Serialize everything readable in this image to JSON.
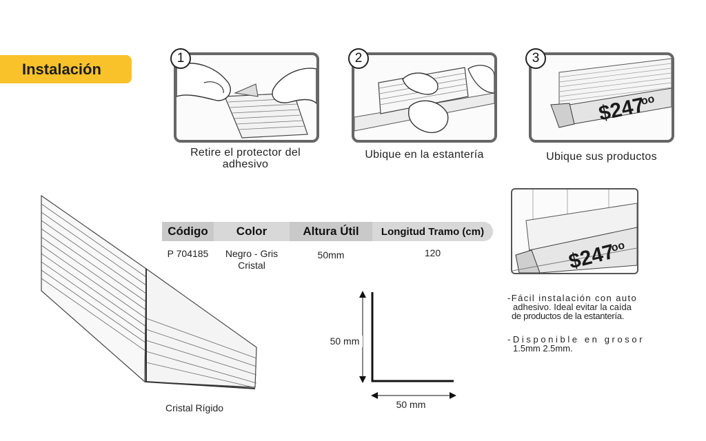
{
  "section": {
    "title": "Instalación"
  },
  "steps": [
    {
      "number": "1",
      "caption": "Retire el protector del adhesivo"
    },
    {
      "number": "2",
      "caption": "Ubique en la estantería"
    },
    {
      "number": "3",
      "caption": "Ubique sus productos",
      "price_tag": "$247",
      "price_sup": "oo"
    }
  ],
  "product_image": {
    "caption": "Cristal Rígido"
  },
  "table": {
    "headers": [
      "Código",
      "Color",
      "Altura Útil",
      "Longitud Tramo (cm)"
    ],
    "row": {
      "code": "P 704185",
      "color_line1": "Negro - Gris",
      "color_line2": "Cristal",
      "height": "50mm",
      "length": "120"
    }
  },
  "dimension_diagram": {
    "vertical_label": "50 mm",
    "horizontal_label": "50 mm"
  },
  "detail_image": {
    "price_tag": "$247",
    "price_sup": "oo"
  },
  "notes": [
    {
      "line1": "-Fácil instalación con auto",
      "line2": "adhesivo.  Ideal evitar la caída",
      "line3": "de productos de la estantería."
    },
    {
      "line1": "-Disponible en grosor",
      "line2": "1.5mm 2.5mm."
    }
  ],
  "colors": {
    "accent": "#f9c22a",
    "frame": "#666666",
    "table_header": "#c9c9c9"
  }
}
